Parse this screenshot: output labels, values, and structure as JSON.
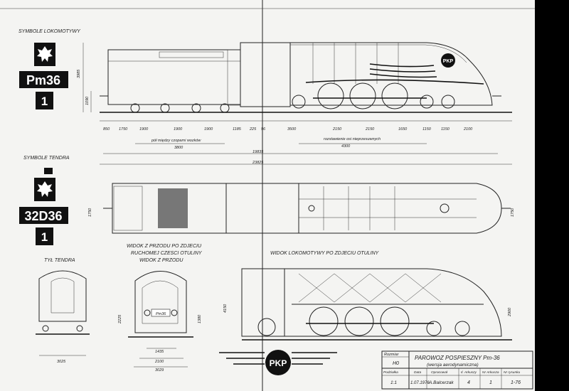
{
  "labels": {
    "loco_symbols": "SYMBOLE LOKOMOTYWY",
    "tender_symbols": "SYMBOLE TENDRA",
    "tender_rear": "TYŁ TENDRA",
    "front_view_line1": "WIDOK Z PRZODU PO ZDJECIU",
    "front_view_line2": "RUCHOMEJ CZESCI OTULINY",
    "front_view_plain": "WIDOK Z PRZODU",
    "loco_view": "WIDOK LOKOMOTYWY  PO  ZDJECIU  OTULINY",
    "plate_small": "Pm36"
  },
  "badges": {
    "loco_number": "Pm36",
    "loco_index": "1",
    "tender_number": "32D36",
    "tender_index": "1",
    "logo_text": "PKP",
    "logo_text_small": "PKP"
  },
  "dimensions": {
    "height_main": "3985",
    "height_low": "1090",
    "width_top": "1750",
    "width_top_right": "1750",
    "bottom_row": [
      "850",
      "1750",
      "1900",
      "1900",
      "1900",
      "1185",
      "225",
      "96",
      "3500",
      "2150",
      "2150",
      "1650",
      "1150",
      "1150",
      "2100"
    ],
    "wheelbase_note": "pół między czopami wozków",
    "wheelbase_value": "3800",
    "wheelbase_note2": "rozstawienie  osi nieprzesuwnych",
    "wheelbase_value2": "4300",
    "length_a": "19835",
    "length_b": "23825",
    "front_h1": "2225",
    "front_h2": "1380",
    "front_w1": "1435",
    "front_w2": "2100",
    "front_w3": "3029",
    "rear_w": "3025",
    "side_h1": "4150",
    "side_h2": "2900"
  },
  "title_block": {
    "hdr_scale": "Rozmiar",
    "scale_value": "H0",
    "title": "PAROWOZ POSPIESZNY  Pm-36",
    "subtitle": "(wersja aerodynamiczna)",
    "col_podziałka": "Podziałka",
    "col_data": "Data",
    "col_opracowal": "Opracował",
    "col_arkuszy": "Il. Arkuszy",
    "col_arkusz": "Nr Arkusza",
    "col_rysunku": "Nr rysunku",
    "val_podziałka": "1:1",
    "val_data": "1.07.1976",
    "val_opracowal": "A.Balcerzak",
    "val_arkuszy": "4",
    "val_arkusz": "1",
    "val_rysunku": "1-76"
  },
  "colors": {
    "paper": "#f4f4f2",
    "ink": "#222222",
    "plate_bg": "#111111",
    "frame": "#000000"
  }
}
